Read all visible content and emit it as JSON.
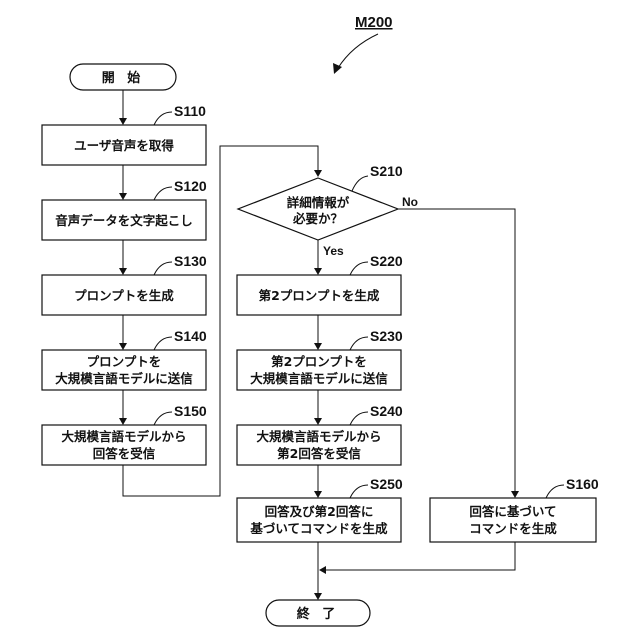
{
  "diagram": {
    "title": "M200",
    "start": "開 始",
    "end": "終 了",
    "decision": {
      "label": "S210",
      "line1": "詳細情報が",
      "line2": "必要か？",
      "yes": "Yes",
      "no": "No"
    },
    "left_steps": [
      {
        "label": "S110",
        "line1": "ユーザ音声を取得",
        "line2": ""
      },
      {
        "label": "S120",
        "line1": "音声データを文字起こし",
        "line2": ""
      },
      {
        "label": "S130",
        "line1": "プロンプトを生成",
        "line2": ""
      },
      {
        "label": "S140",
        "line1": "プロンプトを",
        "line2": "大規模言語モデルに送信"
      },
      {
        "label": "S150",
        "line1": "大規模言語モデルから",
        "line2": "回答を受信"
      }
    ],
    "mid_steps": [
      {
        "label": "S220",
        "line1": "第2プロンプトを生成",
        "line2": ""
      },
      {
        "label": "S230",
        "line1": "第2プロンプトを",
        "line2": "大規模言語モデルに送信"
      },
      {
        "label": "S240",
        "line1": "大規模言語モデルから",
        "line2": "第2回答を受信"
      },
      {
        "label": "S250",
        "line1": "回答及び第2回答に",
        "line2": "基づいてコマンドを生成"
      }
    ],
    "right_step": {
      "label": "S160",
      "line1": "回答に基づいて",
      "line2": "コマンドを生成"
    }
  }
}
